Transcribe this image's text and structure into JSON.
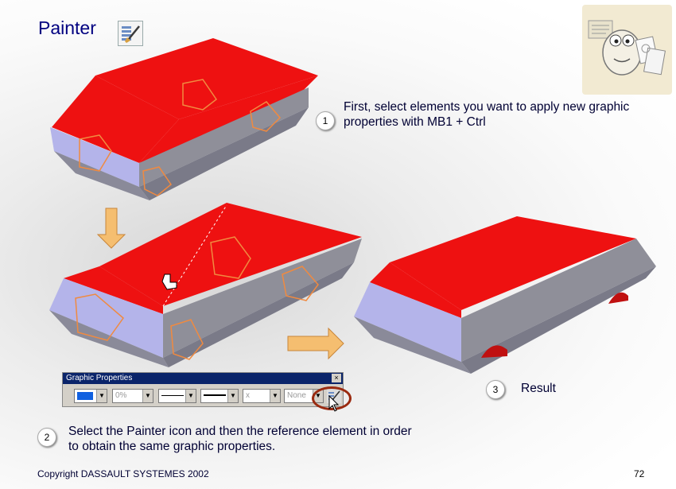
{
  "slide": {
    "title": "Painter",
    "copyright": "Copyright DASSAULT SYSTEMES 2002",
    "page_number": "72"
  },
  "steps": [
    {
      "number": "1",
      "text": "First, select elements you want to apply new graphic properties with MB1 + Ctrl"
    },
    {
      "number": "2",
      "text": "Select the Painter icon and then the reference element in order to obtain the same graphic properties."
    },
    {
      "number": "3",
      "text": "Result"
    }
  ],
  "toolbar": {
    "title": "Graphic Properties",
    "close_label": "×",
    "transparency": "0%",
    "thickness": "x",
    "layer": "None"
  },
  "icons": {
    "painter": "painter-brush-icon",
    "arrow_down": "arrow-down-icon",
    "arrow_right": "arrow-right-icon",
    "cursor": "mouse-pointer-icon",
    "hand": "hand-cursor-icon",
    "mascot": "tip-mascot-illustration"
  },
  "colors": {
    "title": "#000080",
    "part_top": "#ee1111",
    "part_side": "#b4b4ea",
    "part_front": "#8f8f99",
    "edge_highlight": "#f08a40",
    "arrow": "#f5be70"
  }
}
